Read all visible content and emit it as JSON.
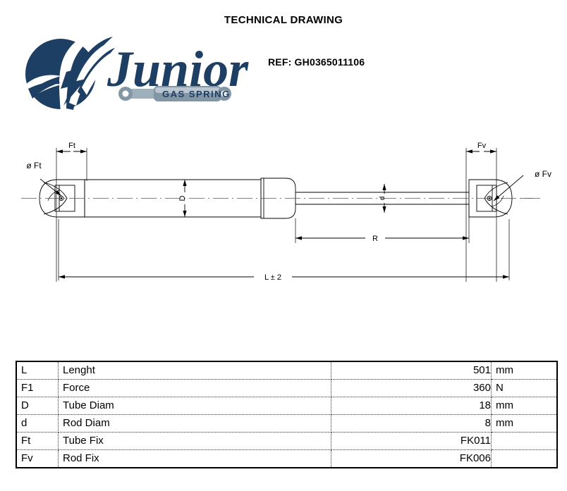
{
  "header": {
    "title": "TECHNICAL DRAWING",
    "ref_label": "REF:  GH0365011106"
  },
  "logo": {
    "brand": "Junior",
    "tagline": "GAS SPRING",
    "emblem_color": "#1d3f63",
    "wordmark_color": "#1d3f63",
    "spring_body_color": "#7b8f9e"
  },
  "drawing": {
    "labels": {
      "tube_fix_dim": "Ft",
      "tube_fix_dia": "ø  Ft",
      "rod_fix_dim": "Fv",
      "rod_fix_dia": "ø  Fv",
      "tube_diam": "D",
      "rod_diam": "d",
      "stroke": "R",
      "length": "L ± 2"
    },
    "line_color": "#000000"
  },
  "spec_table": {
    "rows": [
      {
        "symbol": "L",
        "name": "Lenght",
        "value": "501",
        "unit": "mm"
      },
      {
        "symbol": "F1",
        "name": "Force",
        "value": "360",
        "unit": "N"
      },
      {
        "symbol": "D",
        "name": "Tube Diam",
        "value": "18",
        "unit": "mm"
      },
      {
        "symbol": "d",
        "name": "Rod Diam",
        "value": "8",
        "unit": "mm"
      },
      {
        "symbol": "Ft",
        "name": "Tube Fix",
        "value": "FK011",
        "unit": ""
      },
      {
        "symbol": "Fv",
        "name": "Rod Fix",
        "value": "FK006",
        "unit": ""
      }
    ]
  }
}
